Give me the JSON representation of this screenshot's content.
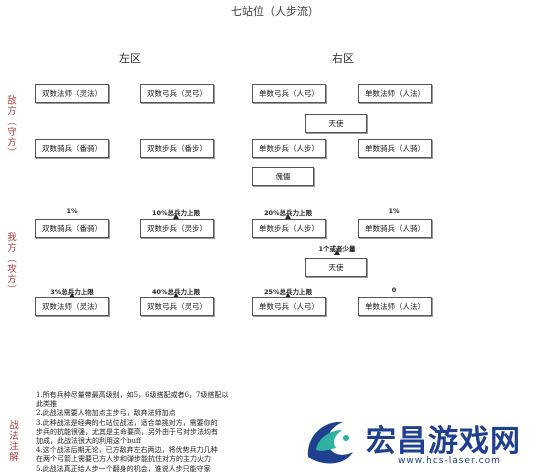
{
  "title": "七站位（人步流）",
  "zones": {
    "left": "左区",
    "right": "右区"
  },
  "sides": {
    "defense": "敌方（守方）",
    "attack": "我方（攻方）",
    "notes_heading": "战法注解"
  },
  "enemy": {
    "row1": [
      "双数法师（灵法）",
      "双数弓兵（灵弓）",
      "单数弓兵（人弓）",
      "单数法师（人法）"
    ],
    "angel": "天使",
    "row2": [
      "双数骑兵（番骑）",
      "双数步兵（番步）",
      "单数步兵（人步）",
      "单数骑兵（人骑）"
    ],
    "puppet": "傀儡"
  },
  "ally": {
    "row1_labels": [
      "1%",
      "10%总兵力上限",
      "20%总兵力上限",
      "1%"
    ],
    "row1": [
      "双数骑兵（番骑）",
      "双数步兵（灵步）",
      "单数步兵（人步）",
      "单数骑兵（人骑）"
    ],
    "angel_label": "1个或者少量",
    "angel": "天使",
    "row2_labels": [
      "3%总兵力上限",
      "40%总兵力上限",
      "25%总兵力上限",
      "0"
    ],
    "row2": [
      "双数法师（灵法）",
      "双数弓兵（灵弓）",
      "单数弓兵（人弓）",
      "单数法师（人法）"
    ]
  },
  "notes": [
    "1.所有兵种尽量带最高级别，如5，6级搭配或者6，7级搭配以",
    "此类推",
    "2.此战法需要人物加点主步弓，敌弃法师加点",
    "3.此种战法是经典的七站位战法，适合单挑对方，需要你的",
    "步兵的抗能很强，尤其是主命要高，另外由于弓对步法均有",
    "加成，此战法很大的利用这个buff",
    "4.这个战法后期无论，已方敌弃左右两边，将优势兵力几种",
    "在两个弓箭上需要已方人步和弹步能抗住对方的主力火力",
    "5.此战法真正给人步一个翻身的机会，谁说人步只能守家"
  ],
  "logo": {
    "name": "宏昌游戏网",
    "url": "www.hcs-laser.com"
  },
  "colors": {
    "side_label": "#b04040",
    "logo": "#1f3f8f"
  }
}
